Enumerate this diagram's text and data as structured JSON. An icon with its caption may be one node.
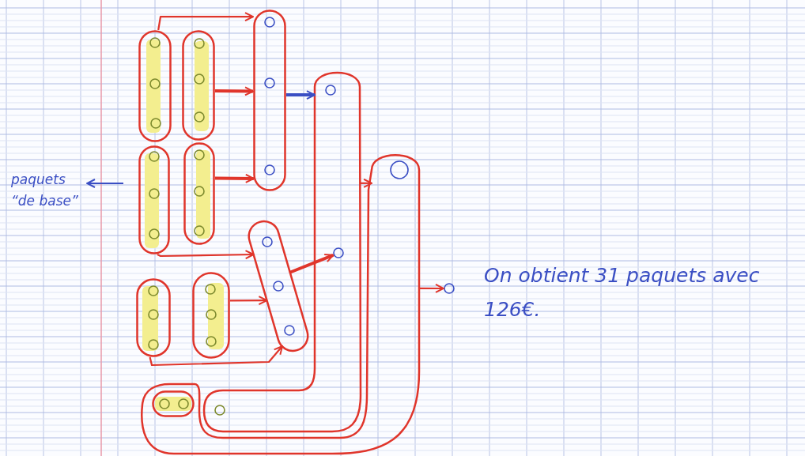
{
  "diagram": {
    "nodes": [
      {
        "text": [
          "paquets “de base”"
        ]
      },
      {
        "text": [],
        "shape": "oval"
      },
      {
        "text": [],
        "shape": "circle",
        "in": 1
      },
      {
        "text": [],
        "shape": "circle",
        "in": 1
      },
      {
        "text": [],
        "shape": "circle",
        "in": 1
      },
      {
        "text": [],
        "shape": "oval"
      },
      {
        "text": [],
        "shape": "circle",
        "in": 5
      },
      {
        "text": [],
        "shape": "circle",
        "in": 5
      },
      {
        "text": [],
        "shape": "circle",
        "in": 5
      },
      {
        "text": [],
        "shape": "oval"
      },
      {
        "text": [],
        "shape": "circle",
        "in": 9
      },
      {
        "text": [],
        "shape": "circle",
        "in": 9
      },
      {
        "text": [],
        "shape": "circle",
        "in": 9
      },
      {
        "text": [],
        "shape": "loop"
      },
      {
        "text": [],
        "shape": "circle",
        "in": 13
      },
      {
        "text": [],
        "shape": "circle",
        "in": 13
      },
      {
        "text": [],
        "shape": "circle",
        "in": 13
      },
      {
        "text": [],
        "shape": "oval"
      },
      {
        "text": [],
        "shape": "circle",
        "in": 17
      },
      {
        "text": [],
        "shape": "circle",
        "in": 17
      },
      {
        "text": [],
        "shape": "circle",
        "in": 17
      },
      {
        "text": [],
        "shape": "oval"
      },
      {
        "text": [],
        "shape": "circle",
        "in": 21
      },
      {
        "text": [],
        "shape": "circle",
        "in": 21
      },
      {
        "text": [],
        "shape": "circle",
        "in": 21
      },
      {
        "text": [],
        "shape": "loop"
      },
      {
        "text": [],
        "shape": "circle",
        "in": 25
      },
      {
        "text": [],
        "shape": "oval"
      },
      {
        "text": [],
        "shape": "circle",
        "in": 27
      },
      {
        "text": [],
        "shape": "circle",
        "in": 27
      },
      {
        "text": [],
        "shape": "circle",
        "in": 27
      },
      {
        "text": [],
        "shape": "oval"
      },
      {
        "text": [],
        "shape": "circle",
        "in": 31
      },
      {
        "text": [],
        "shape": "circle",
        "in": 31
      },
      {
        "text": [],
        "shape": "circle",
        "in": 31
      },
      {
        "text": [],
        "shape": "oval"
      },
      {
        "text": [],
        "shape": "circle",
        "in": 35
      },
      {
        "text": [],
        "shape": "circle",
        "in": 35
      },
      {
        "text": [],
        "shape": "circle",
        "in": 35
      },
      {
        "text": [],
        "shape": "oval",
        "in": 25
      },
      {
        "text": [],
        "shape": "circle",
        "in": 39
      },
      {
        "text": [],
        "shape": "circle",
        "in": 39
      },
      {
        "text": [],
        "shape": "circle"
      }
    ],
    "edges": [
      {
        "from": null,
        "to": 0,
        "arrow": "to",
        "color": "#3b4fc4"
      },
      {
        "from": 1,
        "to": 9,
        "arrow": "to"
      },
      {
        "from": 5,
        "to": 9,
        "arrow": "to",
        "style": "thick"
      },
      {
        "from": 21,
        "to": 9,
        "arrow": "to",
        "style": "thick"
      },
      {
        "from": 17,
        "to": 27,
        "arrow": "to"
      },
      {
        "from": 35,
        "to": 27,
        "arrow": "to"
      },
      {
        "from": 31,
        "to": 27,
        "arrow": "to"
      },
      {
        "from": 9,
        "to": 13,
        "arrow": "to",
        "style": "thick",
        "color": "#3b4fc4"
      },
      {
        "from": 27,
        "to": 15,
        "arrow": "to",
        "style": "thick"
      },
      {
        "from": 13,
        "to": 25,
        "arrow": "to"
      },
      {
        "from": 25,
        "to": 42,
        "arrow": "to"
      }
    ],
    "labels": [
      "On obtient 31 paquets avec 126€."
    ]
  }
}
